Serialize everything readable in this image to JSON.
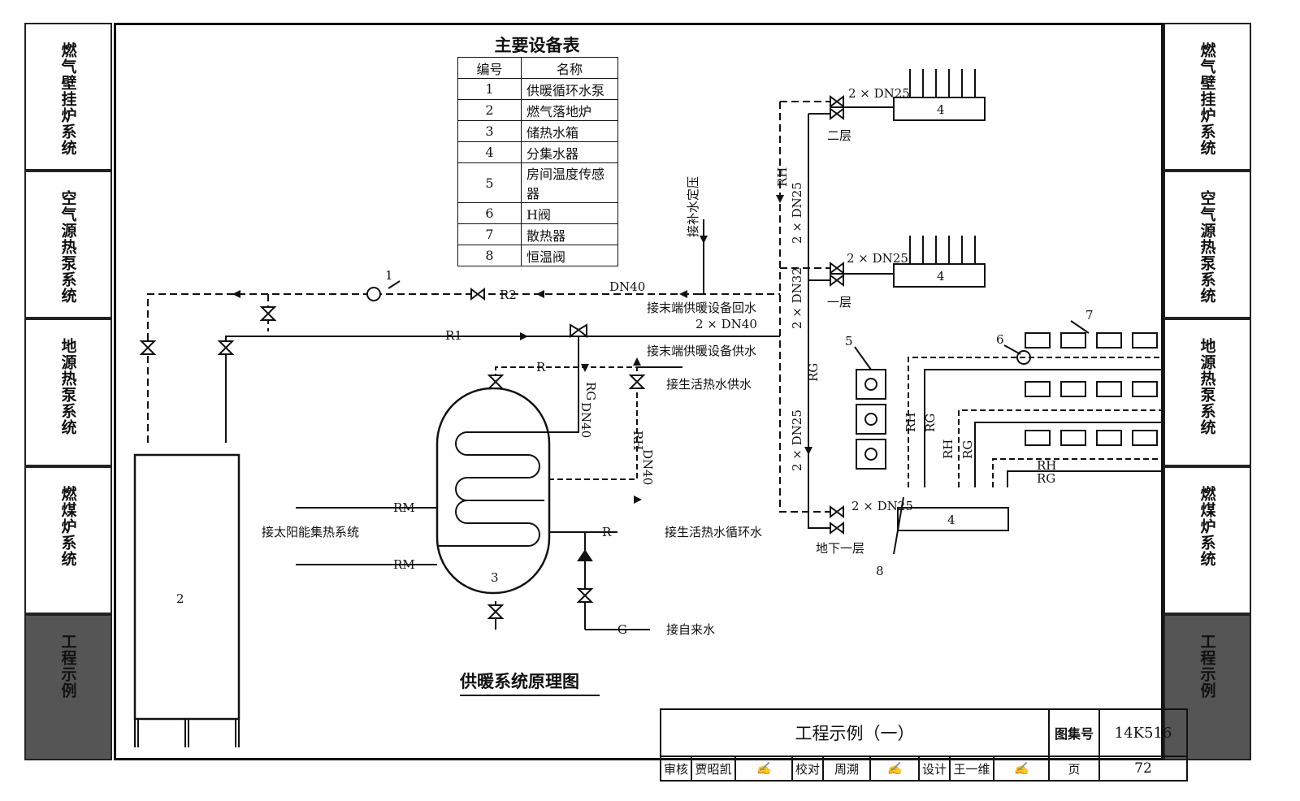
{
  "side_tabs_left": [
    "燃气壁挂炉系统",
    "空气源热泵系统",
    "地源热泵系统",
    "燃煤炉系统",
    "工程示例"
  ],
  "side_tabs_right": [
    "燃气壁挂炉系统",
    "空气源热泵系统",
    "地源热泵系统",
    "燃煤炉系统",
    "工程示例"
  ],
  "active_tab_index": 4,
  "equipment_table": {
    "title": "主要设备表",
    "headers": [
      "编号",
      "名称"
    ],
    "rows": [
      {
        "no": "1",
        "name": "供暖循环水泵"
      },
      {
        "no": "2",
        "name": "燃气落地炉"
      },
      {
        "no": "3",
        "name": "储热水箱"
      },
      {
        "no": "4",
        "name": "分集水器"
      },
      {
        "no": "5",
        "name": "房间温度传感器"
      },
      {
        "no": "6",
        "name": "H阀"
      },
      {
        "no": "7",
        "name": "散热器"
      },
      {
        "no": "8",
        "name": "恒温阀"
      }
    ]
  },
  "diagram": {
    "title": "供暖系统原理图",
    "labels": {
      "makeup": "接补水定压",
      "dn40": "DN40",
      "r2": "R2",
      "r1": "R1",
      "return_end": "接末端供暖设备回水",
      "supply_end": "接末端供暖设备供水",
      "two_dn40": "2 × DN40",
      "dhw_supply": "接生活热水供水",
      "dhw_circ": "接生活热水循环水",
      "tap_water": "接自来水",
      "solar": "接太阳能集热系统",
      "r": "R",
      "rg": "RG",
      "rh": "RH",
      "rm": "RM",
      "g": "G",
      "dn40v": "DN40",
      "two_dn25": "2 × DN25",
      "two_dn32": "2 × DN32",
      "floor2": "二层",
      "floor1": "一层",
      "basement": "地下一层",
      "n1": "1",
      "n2": "2",
      "n3": "3",
      "n4": "4",
      "n5": "5",
      "n6": "6",
      "n7": "7",
      "n8": "8"
    }
  },
  "title_block": {
    "project": "工程示例（一）",
    "atlas_label": "图集号",
    "atlas_no": "14K516",
    "review_label": "审核",
    "reviewer": "贾昭凯",
    "check_label": "校对",
    "checker": "周溯",
    "design_label": "设计",
    "designer": "王一维",
    "page_label": "页",
    "page_no": "72"
  },
  "colors": {
    "line": "#111111",
    "active_tab": "#555555"
  }
}
